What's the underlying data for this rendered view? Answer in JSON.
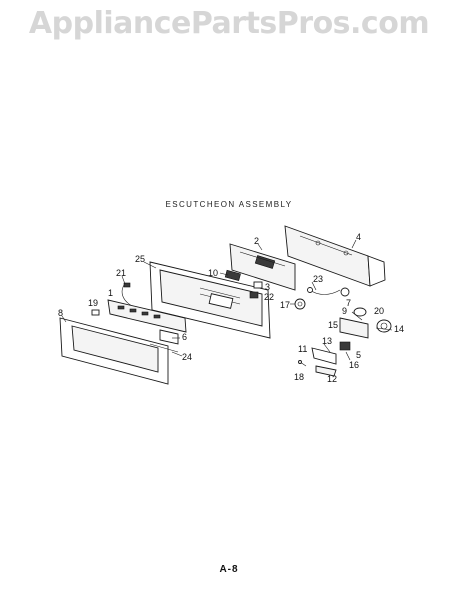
{
  "watermark": "AppliancePartsPros.com",
  "title": "ESCUTCHEON ASSEMBLY",
  "page_number": "A-8",
  "callouts": [
    "1",
    "2",
    "3",
    "4",
    "5",
    "6",
    "7",
    "8",
    "9",
    "10",
    "11",
    "12",
    "13",
    "14",
    "15",
    "16",
    "17",
    "18",
    "19",
    "20",
    "21",
    "22",
    "23",
    "24",
    "25"
  ]
}
